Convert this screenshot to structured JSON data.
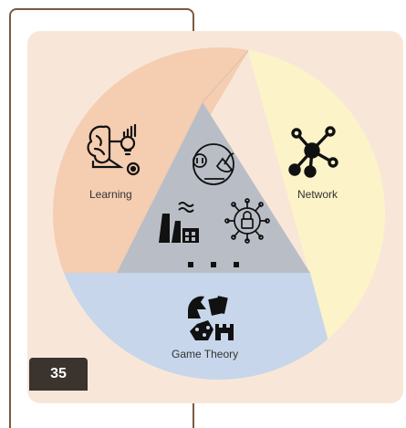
{
  "diagram": {
    "sectors": {
      "learning": {
        "label": "Learning",
        "color": "#f5cdb0"
      },
      "network": {
        "label": "Network",
        "color": "#fcf3c9"
      },
      "game_theory": {
        "label": "Game Theory",
        "color": "#c7d6ea"
      },
      "center": {
        "color": "#b9bec6"
      }
    },
    "icons": [
      "brain-lightbulb-icon",
      "network-nodes-icon",
      "chess-cards-dice-icon",
      "satellite-icon",
      "factory-icon",
      "lock-circuit-icon"
    ]
  },
  "page_number": "35"
}
